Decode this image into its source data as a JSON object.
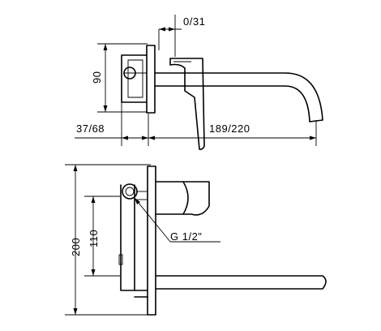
{
  "dimensions": {
    "top_offset": "0/31",
    "body_height": "90",
    "depth": "37/68",
    "spout_reach": "189/220",
    "total_height": "200",
    "inlet_height": "110",
    "thread": "G 1/2\""
  }
}
